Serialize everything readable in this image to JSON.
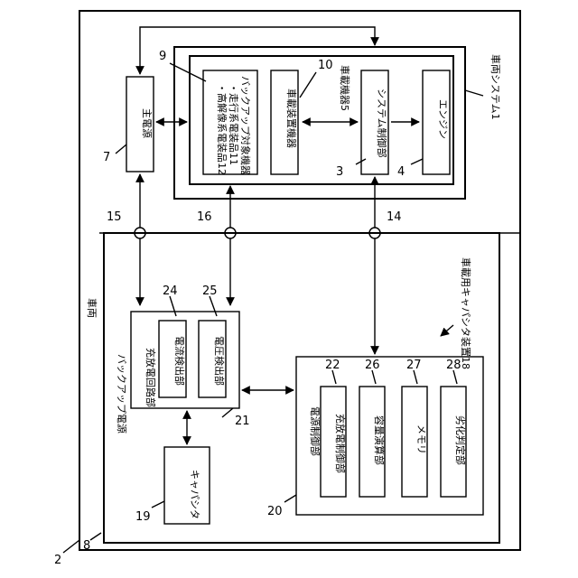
{
  "labels": {
    "vehicle": "車両",
    "vehicle_system": "車両システム1",
    "onboard_devices": "車載機器5",
    "system_control": "システム制御部",
    "engine": "エンジン",
    "backup_target_line1": "バックアップ対象機器",
    "backup_target_line2": "・走行系電装品11",
    "backup_target_line3": "・高解像系電装品12",
    "electrical_device": "車載装置機器",
    "main_power": "主電源",
    "backup_power": "バックアップ電源",
    "capacitor_device": "車載用キャパシタ装置18",
    "charge_discharge_circuit": "充放電回路部",
    "current_detector": "電流検出部",
    "voltage_detector": "電圧検出部",
    "capacitor": "キャパシタ",
    "power_control": "電源制御部",
    "charge_discharge_control": "充放電制御部",
    "capacity_calc": "容量演算部",
    "memory": "メモリ",
    "degradation": "劣化判定部"
  },
  "ref_numbers": {
    "n2": "2",
    "n3": "3",
    "n4": "4",
    "n7": "7",
    "n8": "8",
    "n9": "9",
    "n10": "10",
    "n14": "14",
    "n15": "15",
    "n16": "16",
    "n19": "19",
    "n20": "20",
    "n21": "21",
    "n22": "22",
    "n24": "24",
    "n25": "25",
    "n26": "26",
    "n27": "27",
    "n28": "28"
  }
}
